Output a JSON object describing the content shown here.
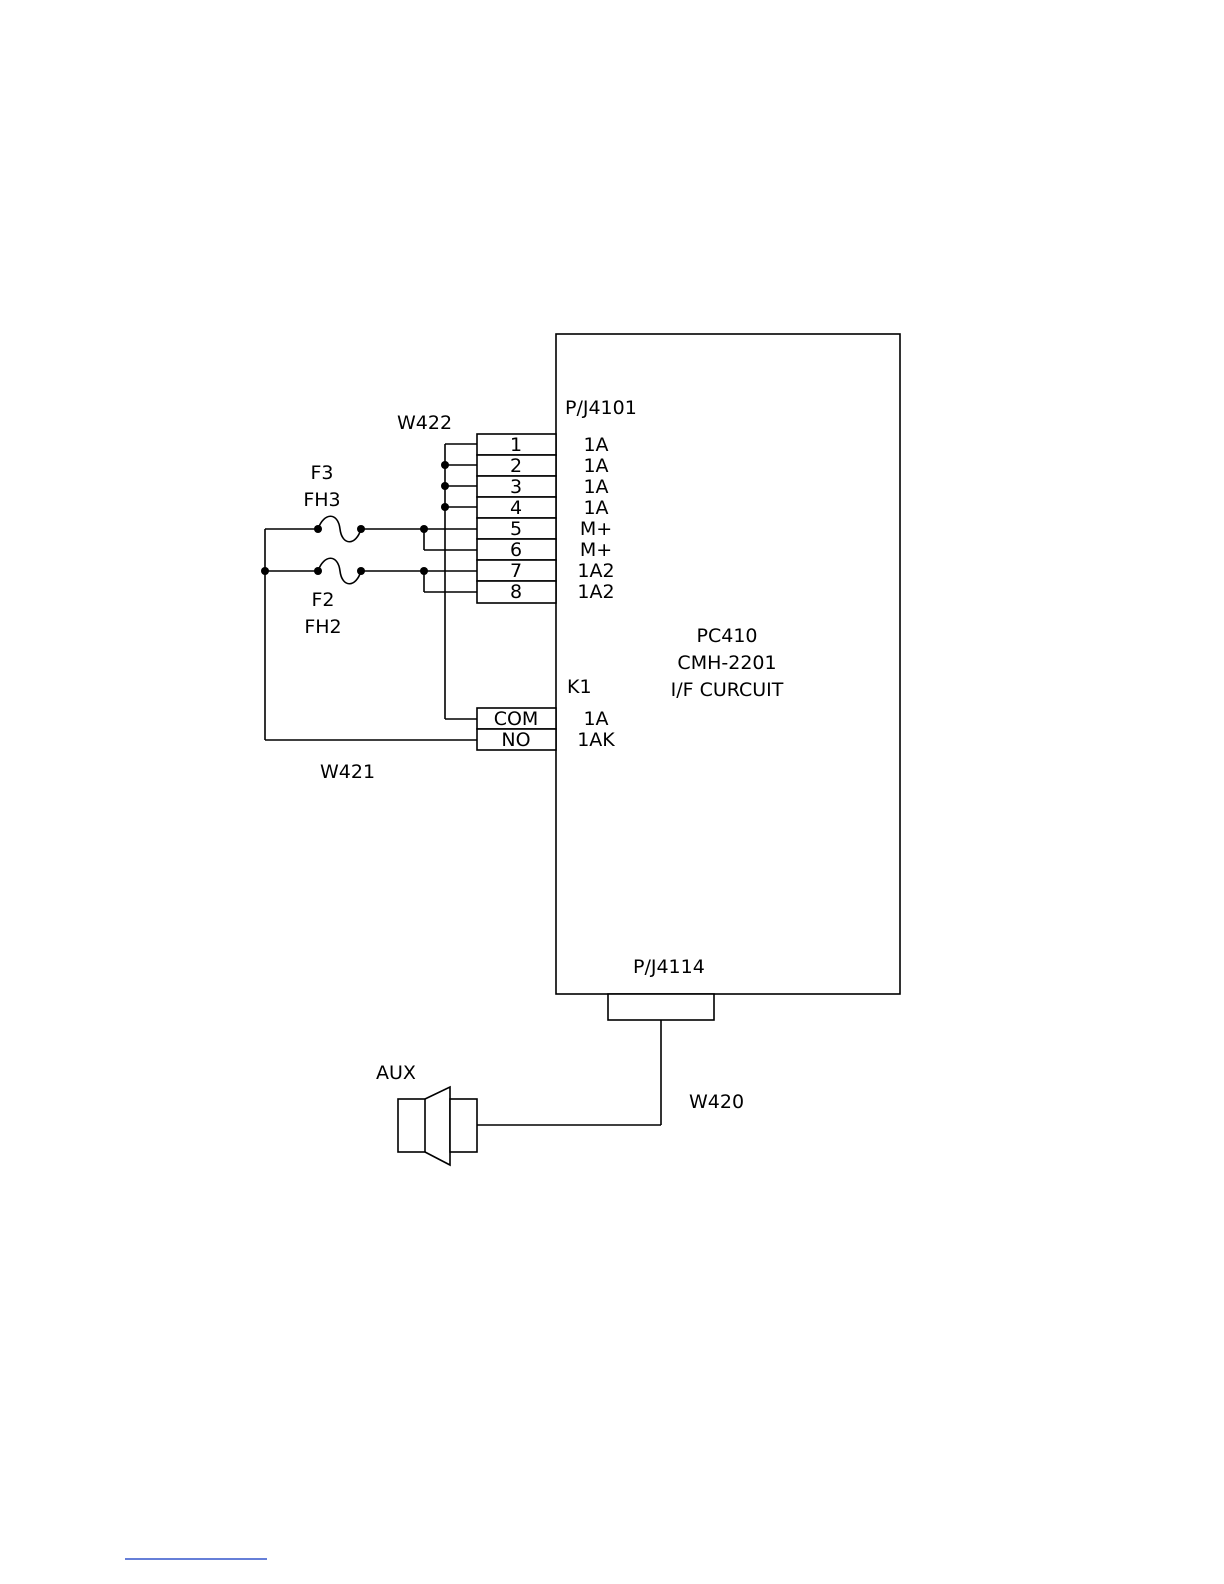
{
  "labels": {
    "w422": "W422",
    "w421": "W421",
    "w420": "W420",
    "connector_p4101": "P/J4101",
    "connector_p4114": "P/J4114",
    "relay_k1": "K1",
    "aux": "AUX",
    "fuse_f3": "F3",
    "fuse_fh3": "FH3",
    "fuse_f2": "F2",
    "fuse_fh2": "FH2"
  },
  "board": {
    "name": "PC410",
    "model": "CMH-2201",
    "description": "I/F CURCUIT"
  },
  "connector_pins": [
    {
      "number": "1",
      "signal": "1A"
    },
    {
      "number": "2",
      "signal": "1A"
    },
    {
      "number": "3",
      "signal": "1A"
    },
    {
      "number": "4",
      "signal": "1A"
    },
    {
      "number": "5",
      "signal": "M+"
    },
    {
      "number": "6",
      "signal": "M+"
    },
    {
      "number": "7",
      "signal": "1A2"
    },
    {
      "number": "8",
      "signal": "1A2"
    }
  ],
  "relay_pins": [
    {
      "number": "COM",
      "signal": "1A"
    },
    {
      "number": "NO",
      "signal": "1AK"
    }
  ],
  "colors": {
    "line": "#000000",
    "footer_rule": "#3355cc"
  }
}
